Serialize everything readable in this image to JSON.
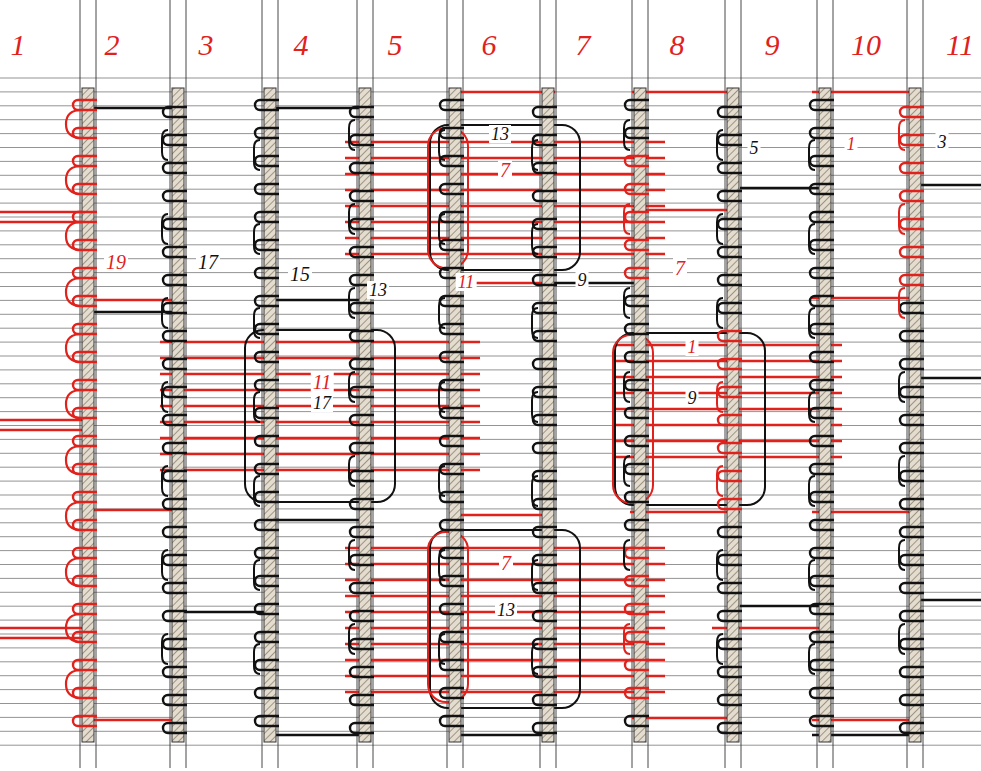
{
  "diagram": {
    "labels": [
      "1",
      "2",
      "3",
      "4",
      "5",
      "6",
      "7",
      "8",
      "9",
      "10",
      "11",
      "19",
      "17",
      "15",
      "13",
      "13",
      "7",
      "11",
      "9",
      "7",
      "5",
      "1",
      "3",
      "11",
      "17",
      "1",
      "9",
      "7",
      "13"
    ]
  }
}
